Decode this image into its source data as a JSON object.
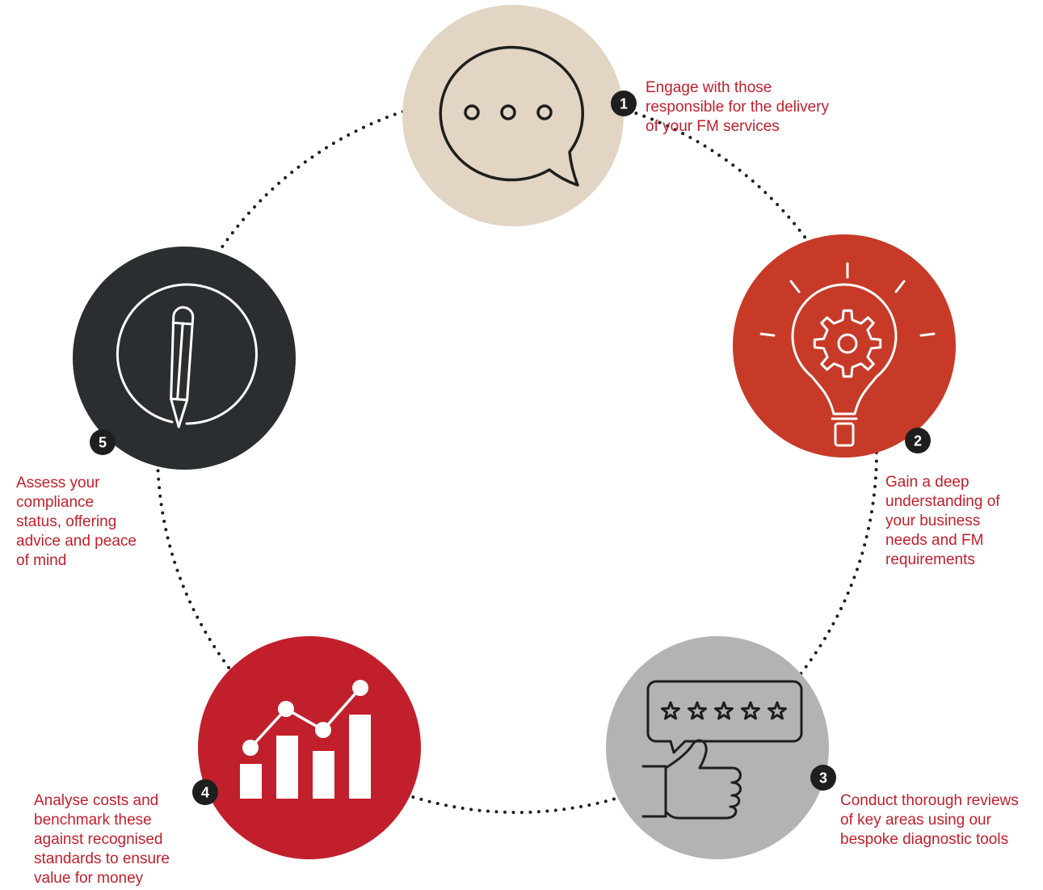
{
  "colors": {
    "caption_text": "#c21f2c",
    "ring_dots": "#1e1e1e",
    "step1_fill": "#e2d5c4",
    "step2_fill": "#c73a27",
    "step3_fill": "#b3b3b3",
    "step4_fill": "#c21f2c",
    "step5_fill": "#2b2e30",
    "badge_fill": "#1e1e1e"
  },
  "steps": [
    {
      "number": "1",
      "icon": "speech-bubble-icon",
      "text": "Engage with those\nresponsible for the delivery\nof your FM services"
    },
    {
      "number": "2",
      "icon": "lightbulb-gear-icon",
      "text": "Gain a deep\nunderstanding of\nyour business\nneeds and FM\nrequirements"
    },
    {
      "number": "3",
      "icon": "thumbs-up-rating-icon",
      "text": "Conduct thorough reviews\nof key areas using our\nbespoke diagnostic tools"
    },
    {
      "number": "4",
      "icon": "bar-chart-growth-icon",
      "text": "Analyse costs and\nbenchmark these\nagainst recognised\nstandards to ensure\nvalue for money"
    },
    {
      "number": "5",
      "icon": "pencil-icon",
      "text": "Assess your\ncompliance\nstatus, offering\nadvice and peace\nof mind"
    }
  ]
}
